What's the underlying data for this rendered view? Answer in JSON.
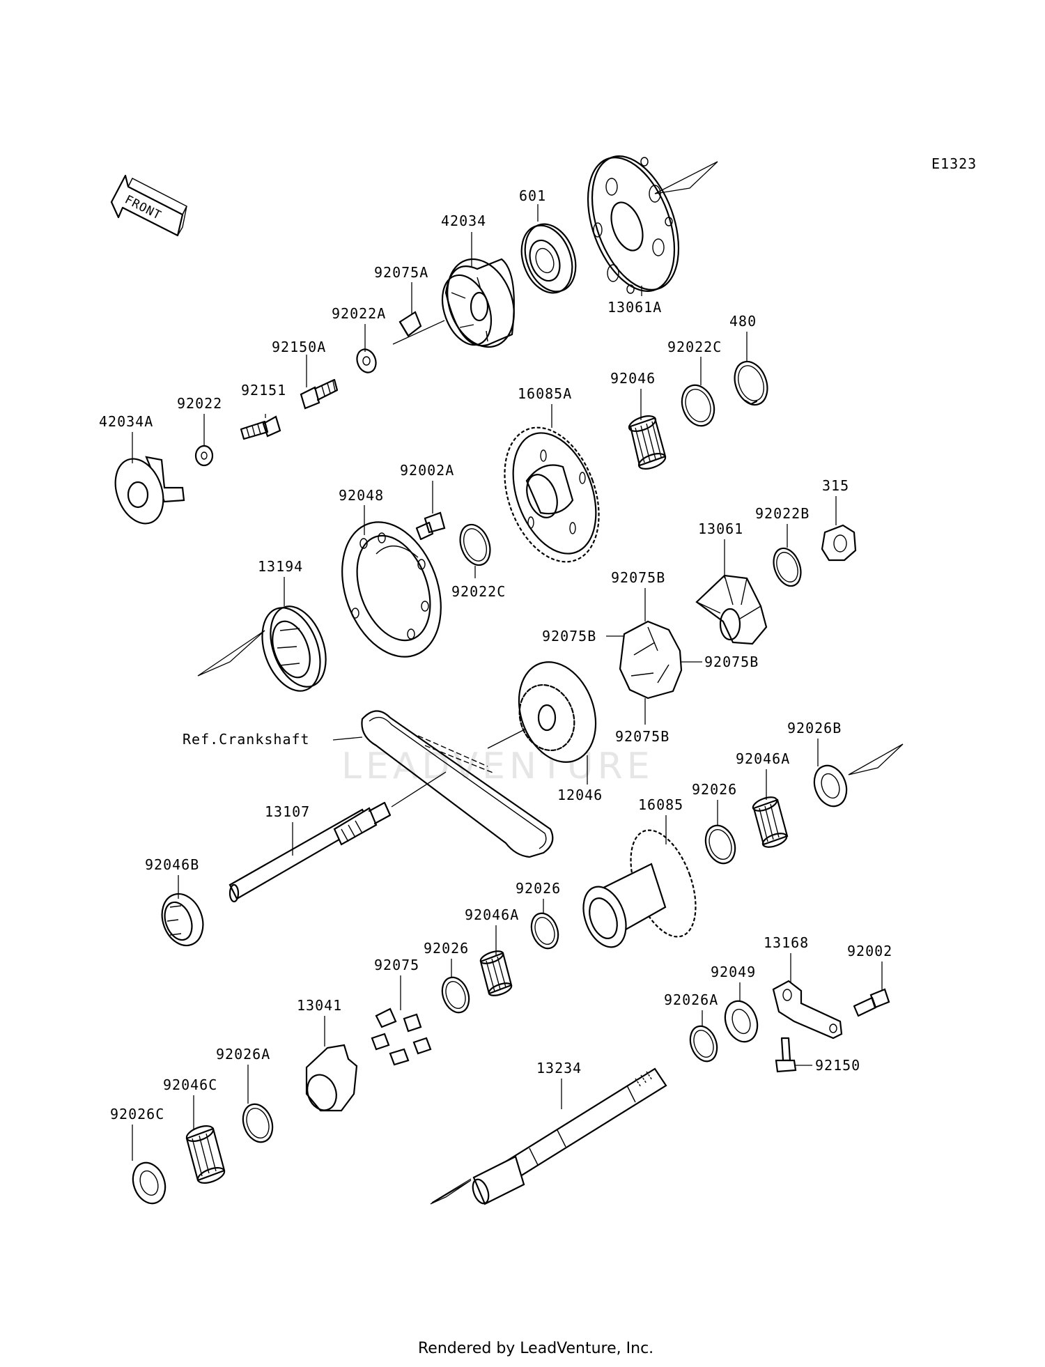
{
  "diagram_code": "E1323",
  "front_label": "FRONT",
  "watermark": "LEADVENTURE",
  "footer": "Rendered by LeadVenture, Inc.",
  "parts": [
    {
      "id": "601",
      "label": "601"
    },
    {
      "id": "42034",
      "label": "42034"
    },
    {
      "id": "92075A",
      "label": "92075A"
    },
    {
      "id": "92022A",
      "label": "92022A"
    },
    {
      "id": "13061A",
      "label": "13061A"
    },
    {
      "id": "92150A",
      "label": "92150A"
    },
    {
      "id": "92151",
      "label": "92151"
    },
    {
      "id": "92022",
      "label": "92022"
    },
    {
      "id": "42034A",
      "label": "42034A"
    },
    {
      "id": "480",
      "label": "480"
    },
    {
      "id": "92022C",
      "label": "92022C"
    },
    {
      "id": "92046",
      "label": "92046"
    },
    {
      "id": "16085A",
      "label": "16085A"
    },
    {
      "id": "92002A",
      "label": "92002A"
    },
    {
      "id": "92048",
      "label": "92048"
    },
    {
      "id": "92022C_b",
      "label": "92022C"
    },
    {
      "id": "315",
      "label": "315"
    },
    {
      "id": "92022B",
      "label": "92022B"
    },
    {
      "id": "13061",
      "label": "13061"
    },
    {
      "id": "13194",
      "label": "13194"
    },
    {
      "id": "92075B_a",
      "label": "92075B"
    },
    {
      "id": "92075B_b",
      "label": "92075B"
    },
    {
      "id": "92075B_c",
      "label": "92075B"
    },
    {
      "id": "92075B_d",
      "label": "92075B"
    },
    {
      "id": "ref_crankshaft",
      "label": "Ref.Crankshaft"
    },
    {
      "id": "12046",
      "label": "12046"
    },
    {
      "id": "92026B",
      "label": "92026B"
    },
    {
      "id": "92046A_a",
      "label": "92046A"
    },
    {
      "id": "92026_a",
      "label": "92026"
    },
    {
      "id": "16085",
      "label": "16085"
    },
    {
      "id": "13107",
      "label": "13107"
    },
    {
      "id": "92046B",
      "label": "92046B"
    },
    {
      "id": "92026_b",
      "label": "92026"
    },
    {
      "id": "92046A_b",
      "label": "92046A"
    },
    {
      "id": "92026_c",
      "label": "92026"
    },
    {
      "id": "92075",
      "label": "92075"
    },
    {
      "id": "13168",
      "label": "13168"
    },
    {
      "id": "92002",
      "label": "92002"
    },
    {
      "id": "92049",
      "label": "92049"
    },
    {
      "id": "92026A_a",
      "label": "92026A"
    },
    {
      "id": "92150",
      "label": "92150"
    },
    {
      "id": "13041",
      "label": "13041"
    },
    {
      "id": "92026A_b",
      "label": "92026A"
    },
    {
      "id": "13234",
      "label": "13234"
    },
    {
      "id": "92046C",
      "label": "92046C"
    },
    {
      "id": "92026C",
      "label": "92026C"
    }
  ]
}
